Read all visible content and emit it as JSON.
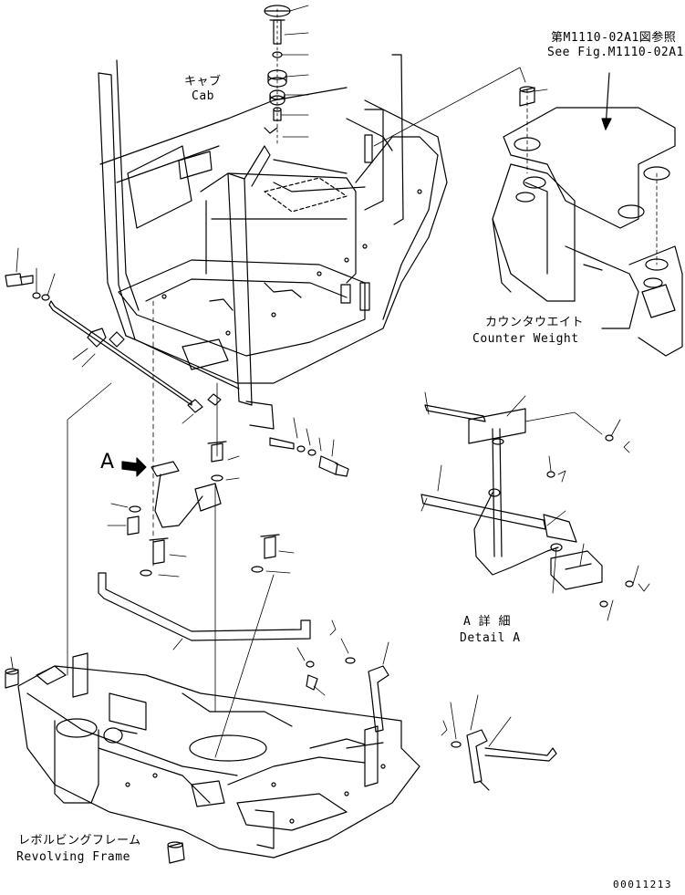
{
  "labels": {
    "cab_jp": "キャブ",
    "cab_en": "Cab",
    "ref_jp": "第M1110-02A1図参照",
    "ref_en": "See Fig.M1110-02A1",
    "counter_jp": "カウンタウエイト",
    "counter_en": "Counter Weight",
    "detail_jp": "A 詳 細",
    "detail_en": "Detail A",
    "frame_jp": "レボルビングフレーム",
    "frame_en": "Revolving Frame",
    "view_letter": "A",
    "drawing_no": "00011213"
  },
  "colors": {
    "line": "#000000",
    "background": "#ffffff"
  }
}
